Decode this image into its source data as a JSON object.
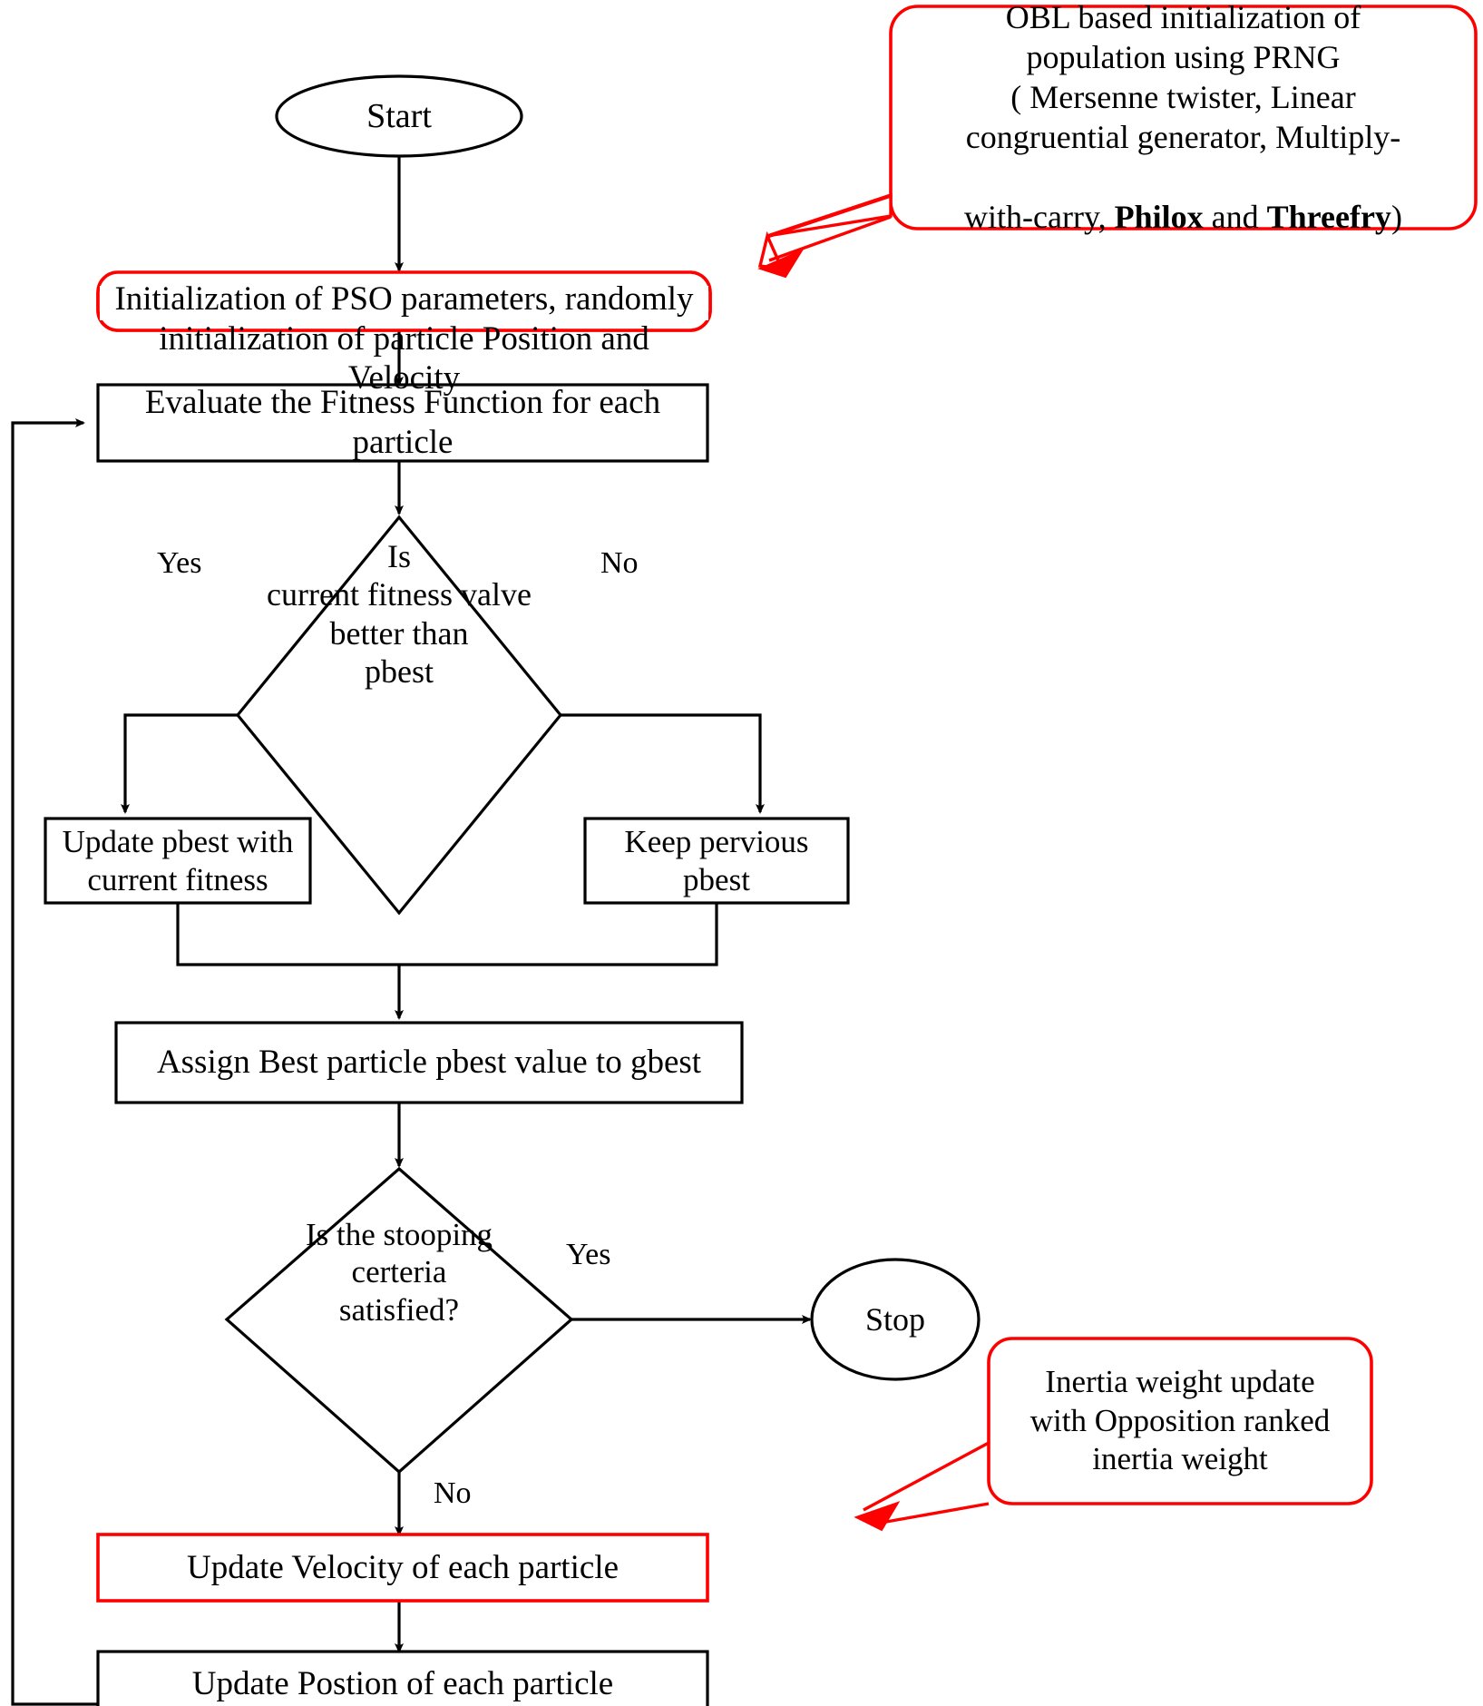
{
  "diagram": {
    "title": "PSO flowchart with OBL based initialization",
    "colors": {
      "stroke": "#000000",
      "highlight": "#ff0000",
      "background": "#ffffff",
      "text": "#000000"
    },
    "nodes": {
      "start": {
        "label": "Start",
        "shape": "ellipse"
      },
      "init_params": {
        "label": "Initialization of PSO parameters, randomly\ninitialization of particle Position and\nVelocity",
        "shape": "rounded-rect",
        "outline": "#ff0000"
      },
      "evaluate_fitness": {
        "label": "Evaluate the Fitness Function for each\nparticle",
        "shape": "rect"
      },
      "decision_fitness": {
        "label": "Is\ncurrent fitness valve\nbetter than\npbest",
        "shape": "diamond"
      },
      "update_pbest": {
        "label": "Update pbest with\ncurrent fitness",
        "shape": "rect"
      },
      "keep_pbest": {
        "label": "Keep pervious\npbest",
        "shape": "rect"
      },
      "assign_gbest": {
        "label": "Assign Best particle pbest value to gbest",
        "shape": "rect"
      },
      "decision_stop": {
        "label": "Is the stooping\ncerteria\nsatisfied?",
        "shape": "diamond"
      },
      "stop": {
        "label": "Stop",
        "shape": "ellipse"
      },
      "update_velocity": {
        "label": "Update Velocity of each particle",
        "shape": "rect",
        "outline": "#ff0000"
      },
      "update_position": {
        "label": "Update Postion of each particle",
        "shape": "rect"
      }
    },
    "edge_labels": {
      "fitness_yes": "Yes",
      "fitness_no": "No",
      "stop_yes": "Yes",
      "stop_no": "No"
    },
    "callouts": {
      "obl": {
        "line1": "OBL based initialization  of",
        "line2": "population using PRNG",
        "line3": "( Mersenne twister, Linear",
        "line4": "congruential generator, Multiply-",
        "line5_prefix": "with-carry, ",
        "line5_bold1": "Philox",
        "line5_mid": " and ",
        "line5_bold2": "Threefry",
        "line5_suffix": ")",
        "outline": "#ff0000"
      },
      "inertia": {
        "line1": "Inertia weight update",
        "line2": "with Opposition ranked",
        "line3": "inertia weight",
        "outline": "#ff0000"
      }
    }
  }
}
